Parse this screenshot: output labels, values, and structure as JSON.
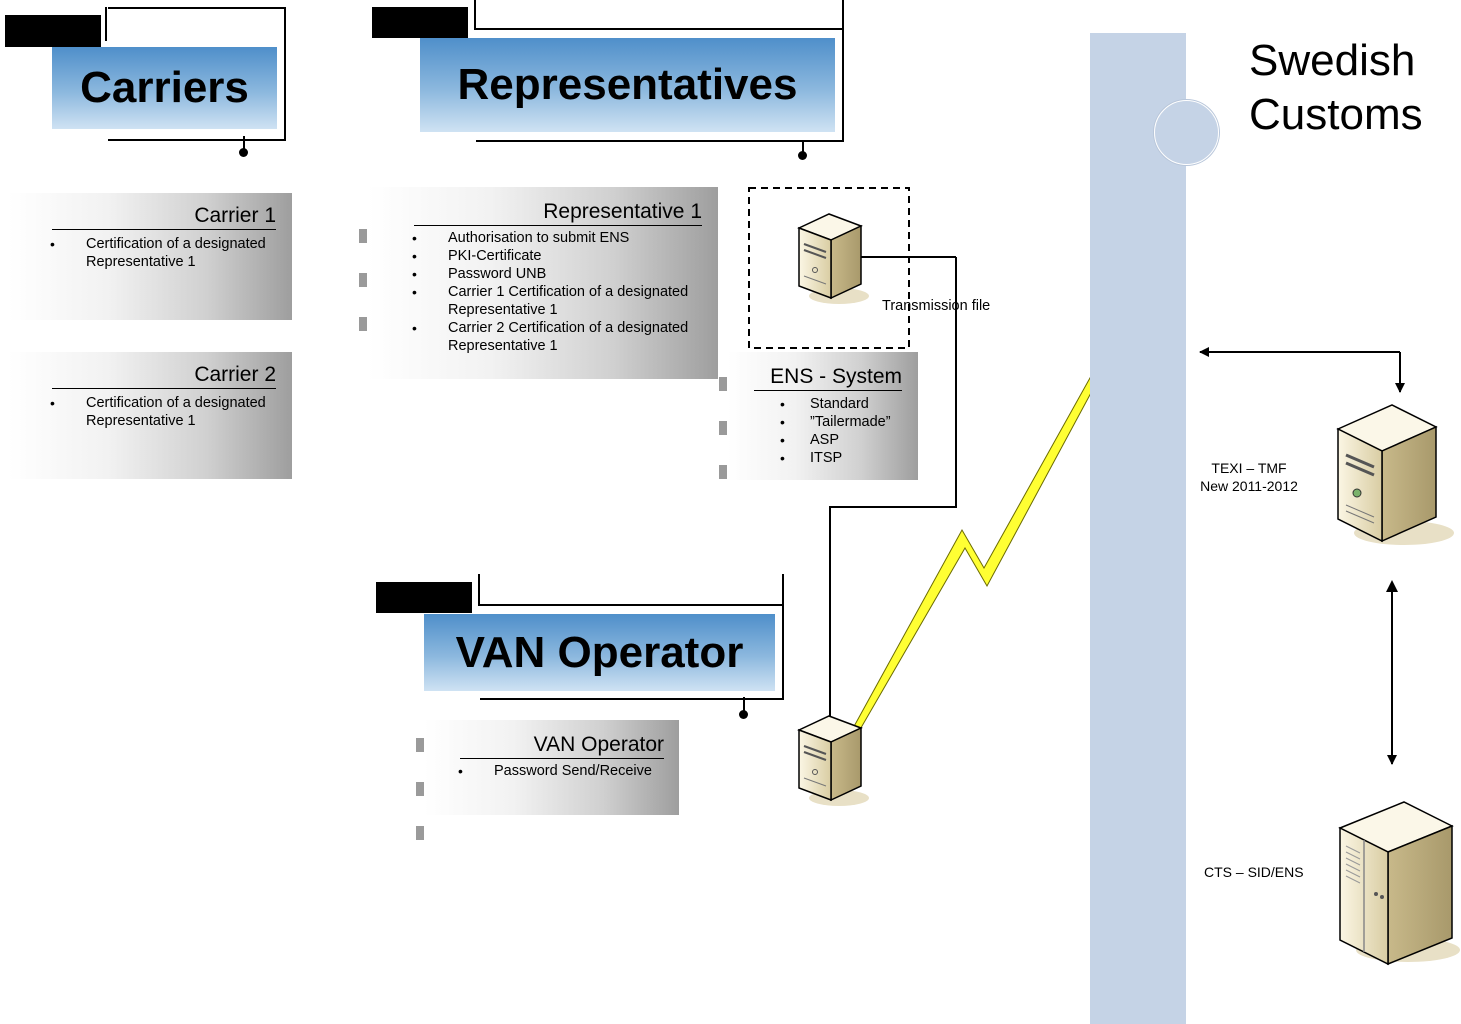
{
  "carriers": {
    "title": "Carriers",
    "cards": [
      {
        "title": "Carrier 1",
        "items": [
          "Certification of a designated  Representative 1"
        ]
      },
      {
        "title": "Carrier 2",
        "items": [
          "Certification of a designated  Representative 1"
        ]
      }
    ]
  },
  "representatives": {
    "title": "Representatives",
    "card": {
      "title": "Representative 1",
      "items": [
        "Authorisation to submit ENS",
        "PKI-Certificate",
        "Password UNB",
        "Carrier 1 Certification of a designated  Representative 1",
        "Carrier 2 Certification of a designated  Representative 1"
      ]
    },
    "transmission_label": "Transmission file",
    "ens_system": {
      "title": "ENS - System",
      "items": [
        "Standard",
        "”Tailermade”",
        "ASP",
        "ITSP"
      ]
    }
  },
  "van": {
    "title": "VAN Operator",
    "card": {
      "title": "VAN Operator",
      "items": [
        "Password Send/Receive"
      ]
    }
  },
  "customs": {
    "title_line1": "Swedish",
    "title_line2": "Customs",
    "texi_line1": "TEXI – TMF",
    "texi_line2": "New 2011-2012",
    "cts_label": "CTS – SID/ENS"
  },
  "colors": {
    "title_gradient_dark": "#4f8fca",
    "title_gradient_light": "#cfe2f3",
    "pillar": "#c5d3e6",
    "firewall": "#f07a2a",
    "lightning": "#ffff33",
    "server_body": "#efe6c8"
  },
  "icons": {
    "server": "server-icon",
    "firewall": "firewall-icon",
    "lightning": "lightning-icon"
  }
}
